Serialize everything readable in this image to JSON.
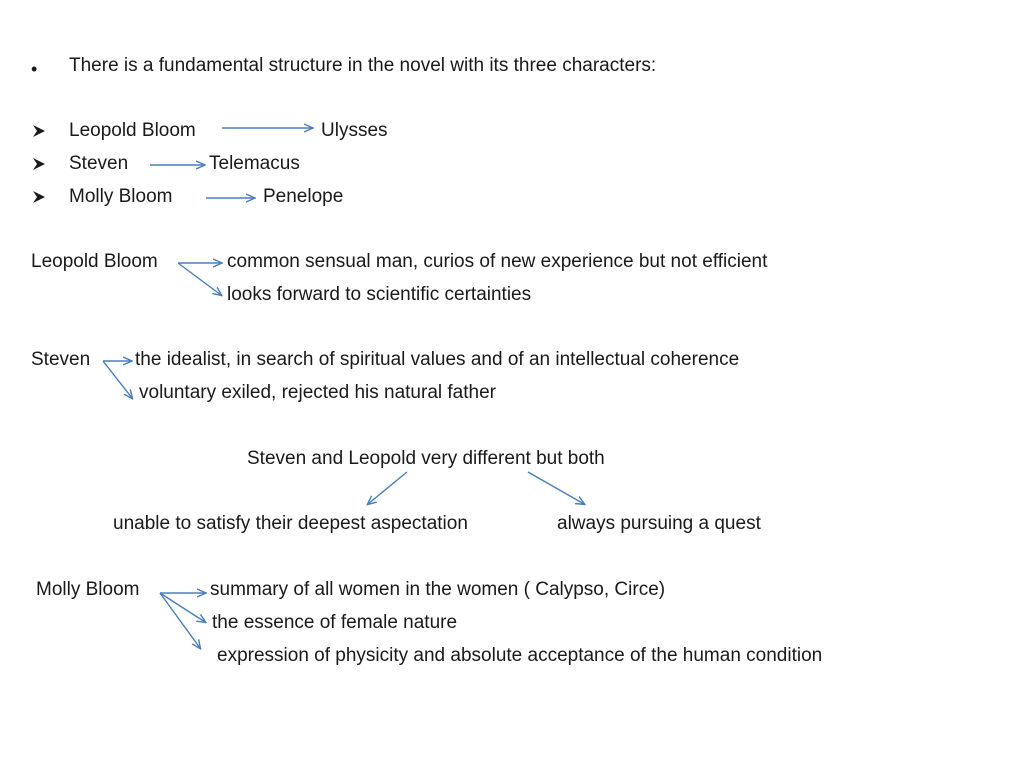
{
  "intro": {
    "bullet": "•",
    "text": "There is a fundamental structure  in the novel with its three characters:"
  },
  "mapping": [
    {
      "from": "Leopold Bloom",
      "to": "Ulysses"
    },
    {
      "from": "Steven",
      "to": "Telemacus"
    },
    {
      "from": "Molly Bloom",
      "to": "Penelope"
    }
  ],
  "leopold": {
    "name": "Leopold Bloom",
    "traits": [
      "common sensual man, curios of new experience but not efficient",
      "looks forward to scientific certainties"
    ]
  },
  "steven": {
    "name": "Steven",
    "traits": [
      "the idealist, in search of spiritual values and of an intellectual coherence",
      "voluntary exiled, rejected his natural father"
    ]
  },
  "both": {
    "heading": "Steven and Leopold very different but both",
    "left": "unable to satisfy their deepest aspectation",
    "right": "always pursuing a quest"
  },
  "molly": {
    "name": "Molly Bloom",
    "traits": [
      "summary of all women in the women ( Calypso, Circe)",
      "the essence of female nature",
      "expression of physicity and absolute acceptance of the human condition"
    ]
  },
  "colors": {
    "arrow": "#4a7ebb",
    "text": "#1a1a1a"
  }
}
